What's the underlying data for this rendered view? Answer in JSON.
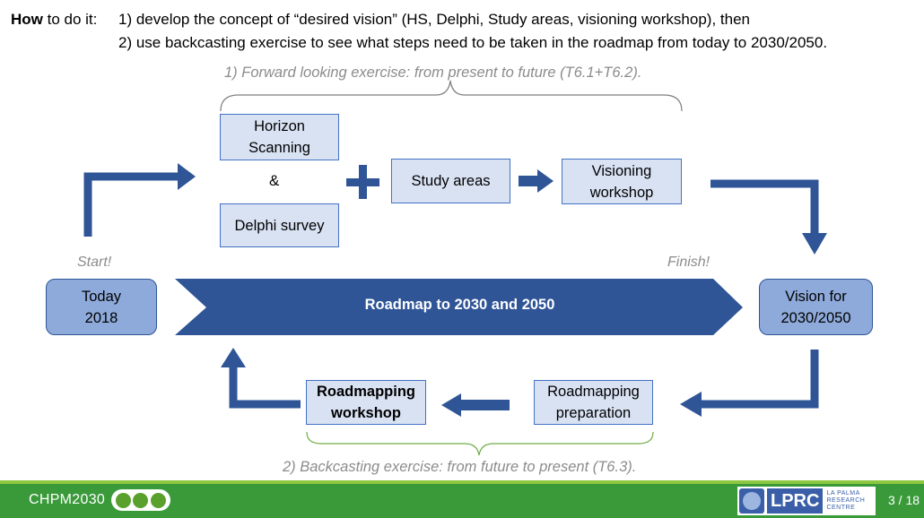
{
  "header": {
    "how_bold": "How",
    "how_rest": " to do it:",
    "step1": "1) develop the concept of “desired vision” (HS, Delphi, Study areas, visioning workshop), then",
    "step2": "2) use backcasting exercise to see what steps need to be taken in the roadmap from today to 2030/2050."
  },
  "forward_label": "1) Forward looking exercise: from present to future (T6.1+T6.2).",
  "backward_label": "2) Backcasting exercise: from future to present (T6.3).",
  "boxes": {
    "horizon": "Horizon Scanning",
    "amp": "&",
    "delphi": "Delphi survey",
    "plus": "+",
    "study": "Study areas",
    "visioning": "Visioning workshop",
    "today_line1": "Today",
    "today_line2": "2018",
    "roadmap": "Roadmap to 2030 and 2050",
    "vision_line1": "Vision for",
    "vision_line2": "2030/2050",
    "rm_prep": "Roadmapping preparation",
    "rm_workshop": "Roadmapping workshop"
  },
  "labels": {
    "start": "Start!",
    "finish": "Finish!"
  },
  "footer": {
    "project": "CHPM2030",
    "org_short": "LPRC",
    "org_long_1": "LA PALMA",
    "org_long_2": "RESEARCH",
    "org_long_3": "CENTRE",
    "page": "3 / 18"
  },
  "colors": {
    "arrow": "#2f5597",
    "box_fill": "#d9e2f3",
    "box_border": "#4472c4",
    "rounded_fill": "#8eaadb",
    "footer_green": "#3a9a3a",
    "brace_forward": "#7f7f7f",
    "brace_backward": "#70ad47"
  }
}
